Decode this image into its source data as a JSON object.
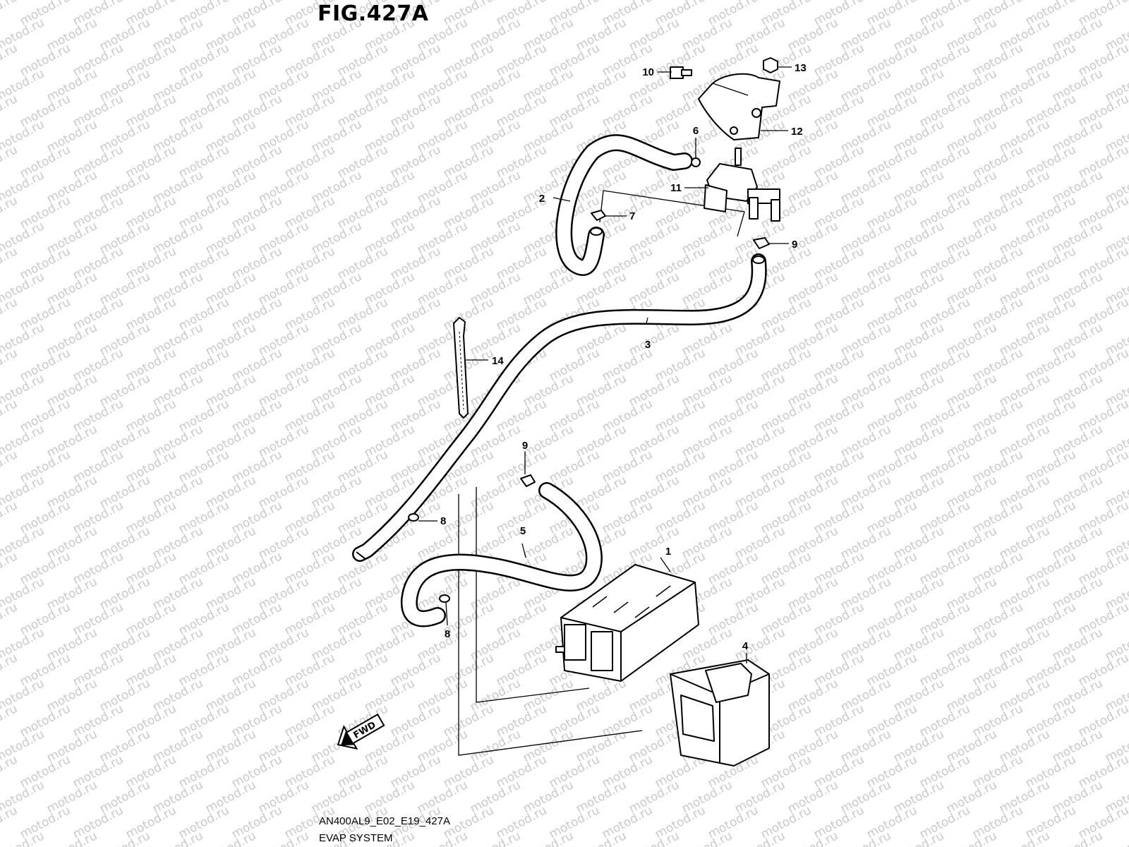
{
  "figure": {
    "title": "FIG.427A",
    "code": "AN400AL9_E02_E19_427A",
    "caption": "EVAP SYSTEM"
  },
  "watermark": {
    "text": "motod.ru",
    "color": "#c9c9c9"
  },
  "fwd_label": "FWD",
  "callouts": [
    {
      "id": "c1",
      "label": "1"
    },
    {
      "id": "c2",
      "label": "2"
    },
    {
      "id": "c3",
      "label": "3"
    },
    {
      "id": "c4",
      "label": "4"
    },
    {
      "id": "c5",
      "label": "5"
    },
    {
      "id": "c6",
      "label": "6"
    },
    {
      "id": "c7",
      "label": "7"
    },
    {
      "id": "c8a",
      "label": "8"
    },
    {
      "id": "c8b",
      "label": "8"
    },
    {
      "id": "c9a",
      "label": "9"
    },
    {
      "id": "c9b",
      "label": "9"
    },
    {
      "id": "c10",
      "label": "10"
    },
    {
      "id": "c11",
      "label": "11"
    },
    {
      "id": "c12",
      "label": "12"
    },
    {
      "id": "c13",
      "label": "13"
    },
    {
      "id": "c14",
      "label": "14"
    }
  ]
}
